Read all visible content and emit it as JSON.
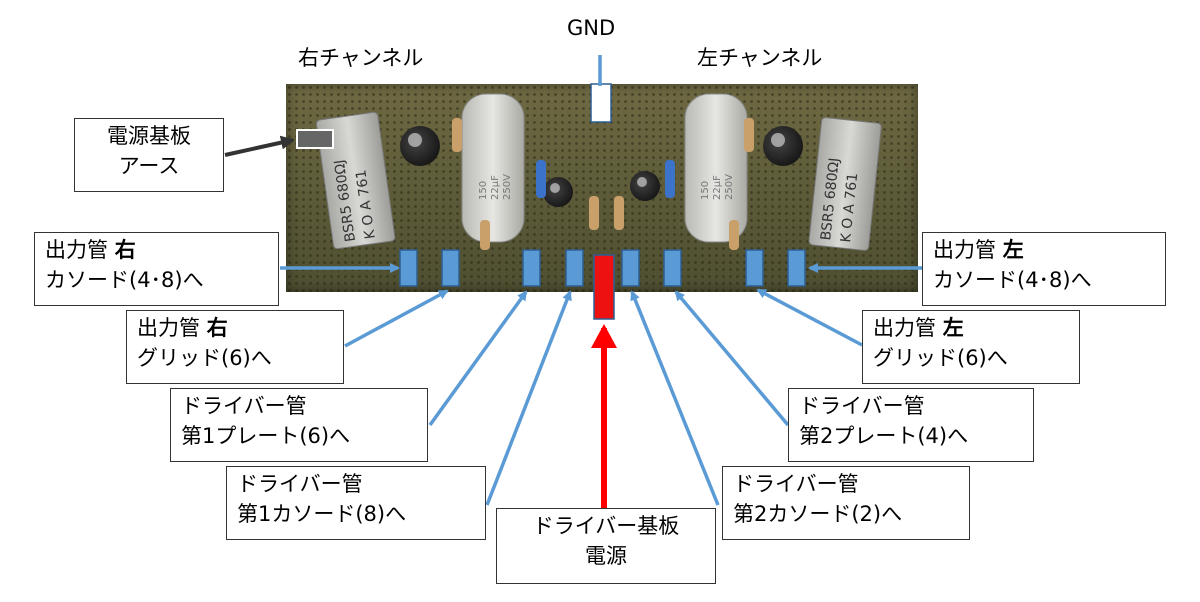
{
  "title_gnd": "GND",
  "label_right_channel": "右チャンネル",
  "label_left_channel": "左チャンネル",
  "board": {
    "resistor_left_marking": [
      "BSR5  680ΩJ",
      "K O A  761"
    ],
    "resistor_right_marking": [
      "BSR5  680ΩJ",
      "K O A  761"
    ],
    "capacitor_marking": [
      "150",
      "22μF",
      "250V"
    ]
  },
  "boxes": {
    "ground": {
      "line1": "電源基板",
      "line2": "アース"
    },
    "out_r_cathode": {
      "line1_prefix": "出力管",
      "line1_bold": "右",
      "line2": "カソード(4･8)へ"
    },
    "out_r_grid": {
      "line1_prefix": "出力管",
      "line1_bold": "右",
      "line2": "グリッド(6)へ"
    },
    "drv_plate1": {
      "line1": "ドライバー管",
      "line2": "第1プレート(6)へ"
    },
    "drv_cathode1": {
      "line1": "ドライバー管",
      "line2": "第1カソード(8)へ"
    },
    "drv_power": {
      "line1": "ドライバー基板",
      "line2": "電源"
    },
    "out_l_cathode": {
      "line1_prefix": "出力管",
      "line1_bold": "左",
      "line2": "カソード(4･8)へ"
    },
    "out_l_grid": {
      "line1_prefix": "出力管",
      "line1_bold": "左",
      "line2": "グリッド(6)へ"
    },
    "drv_plate2": {
      "line1": "ドライバー管",
      "line2": "第2プレート(4)へ"
    },
    "drv_cathode2": {
      "line1": "ドライバー管",
      "line2": "第2カソード(2)へ"
    }
  },
  "colors": {
    "terminal_blue": "#5b9bd5",
    "terminal_red": "#ee1111",
    "arrow_blue": "#5b9bd5",
    "arrow_red": "#ff0000",
    "arrow_dark": "#333333"
  }
}
